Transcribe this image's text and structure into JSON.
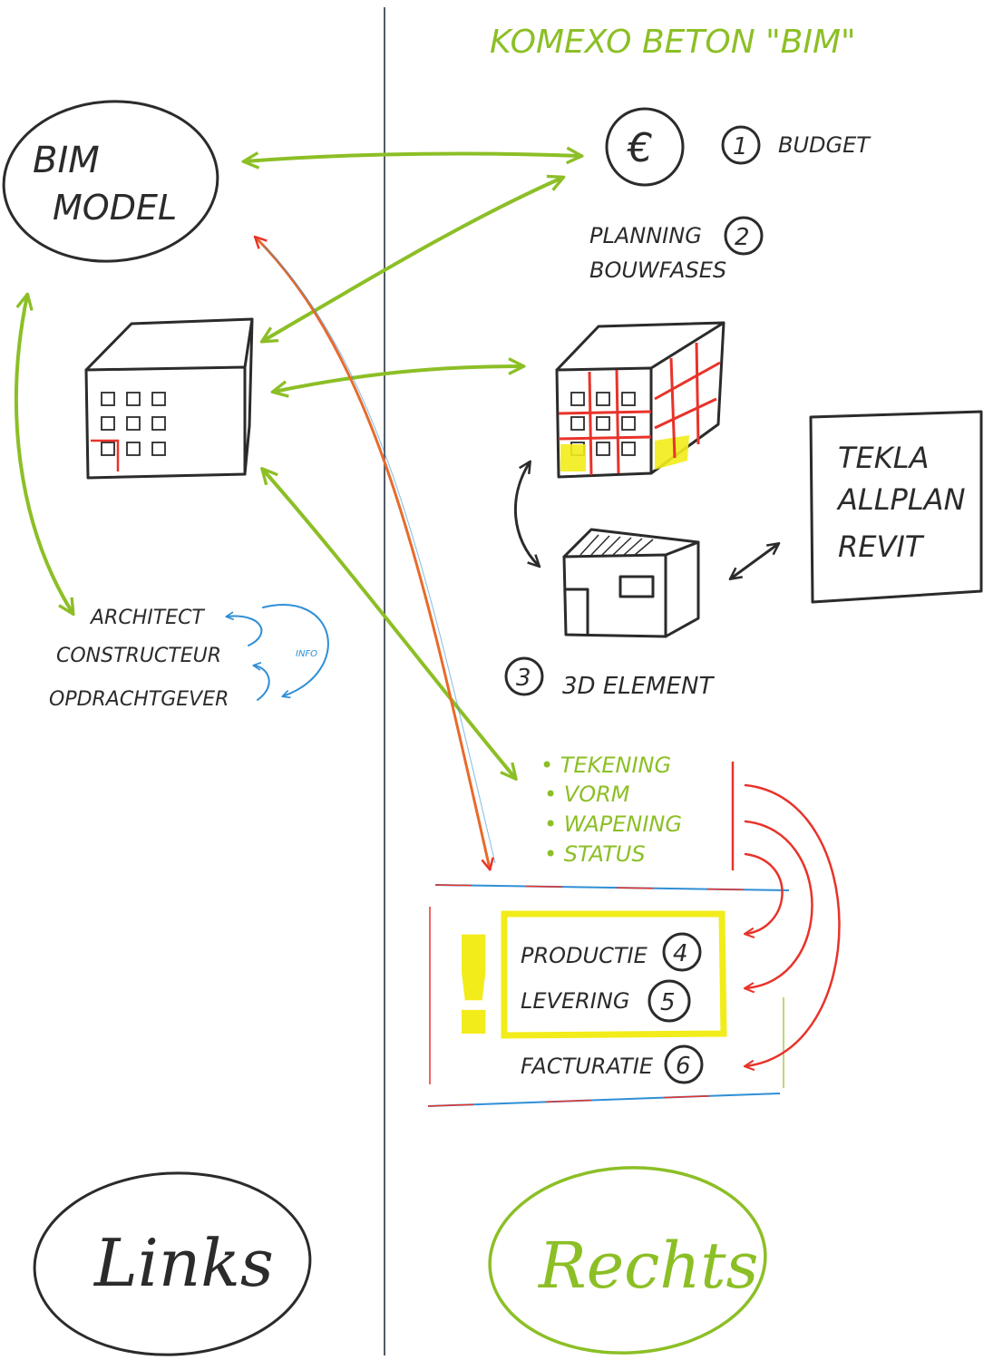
{
  "title": "KOMEXO BETON \"BIM\"",
  "left": {
    "bim_model": [
      "BIM",
      "MODEL"
    ],
    "stakeholders": [
      "ARCHITECT",
      "CONSTRUCTEUR",
      "OPDRACHTGEVER"
    ],
    "info_label": "INFO",
    "bottom_label": "Links"
  },
  "right": {
    "budget": {
      "number": "1",
      "label": "BUDGET",
      "symbol": "€"
    },
    "planning": {
      "number": "2",
      "lines": [
        "PLANNING",
        "BOUWFASES"
      ]
    },
    "software": [
      "TEKLA",
      "ALLPLAN",
      "REVIT"
    ],
    "element": {
      "number": "3",
      "label": "3D ELEMENT"
    },
    "element_info": [
      "• TEKENING",
      "• VORM",
      "• WAPENING",
      "• STATUS"
    ],
    "process": [
      {
        "number": "4",
        "label": "PRODUCTIE"
      },
      {
        "number": "5",
        "label": "LEVERING"
      },
      {
        "number": "6",
        "label": "FACTURATIE"
      }
    ],
    "warning_symbol": "!",
    "bottom_label": "Rechts"
  },
  "colors": {
    "ink": "#2b2b2b",
    "green": "#8cbf26",
    "red": "#e8332a",
    "blue": "#2f8fd6",
    "yellow": "#f2ec1a",
    "divider": "#555b66"
  }
}
